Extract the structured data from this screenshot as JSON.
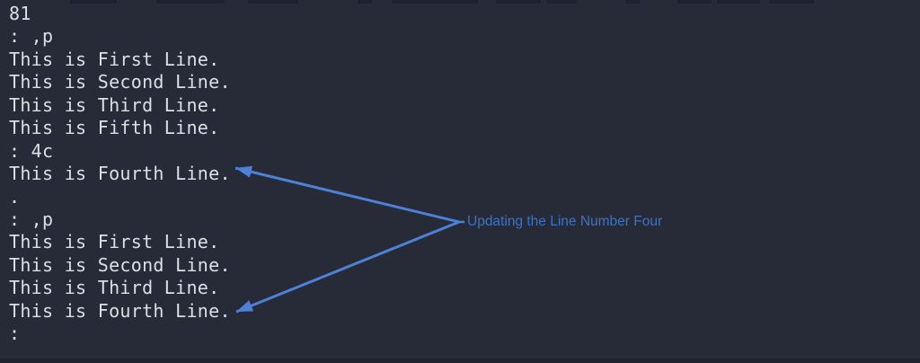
{
  "terminal": {
    "rows": [
      {
        "text": "81"
      },
      {
        "text": ": ,p"
      },
      {
        "text": "This is First Line."
      },
      {
        "text": "This is Second Line."
      },
      {
        "text": "This is Third Line."
      },
      {
        "text": "This is Fifth Line."
      },
      {
        "text": ": 4c"
      },
      {
        "text": "This is Fourth Line."
      },
      {
        "text": "."
      },
      {
        "text": ": ,p"
      },
      {
        "text": "This is First Line."
      },
      {
        "text": "This is Second Line."
      },
      {
        "text": "This is Third Line."
      },
      {
        "text": "This is Fourth Line."
      },
      {
        "text": ":"
      }
    ],
    "colors": {
      "background": "#262b37",
      "text": "#dcdfe3"
    }
  },
  "annotation": {
    "label": "Updating the Line Number Four",
    "colors": {
      "text": "#3d72c4",
      "arrow": "#4d80d6"
    }
  },
  "decor": {
    "cropped_top_color": "#1d2130",
    "cropped_top_segments": [
      [
        78,
        52
      ],
      [
        174,
        76
      ],
      [
        276,
        56
      ],
      [
        398,
        16
      ],
      [
        436,
        96
      ],
      [
        552,
        50
      ],
      [
        608,
        34
      ],
      [
        696,
        16
      ],
      [
        754,
        38
      ],
      [
        798,
        48
      ],
      [
        856,
        50
      ]
    ]
  }
}
